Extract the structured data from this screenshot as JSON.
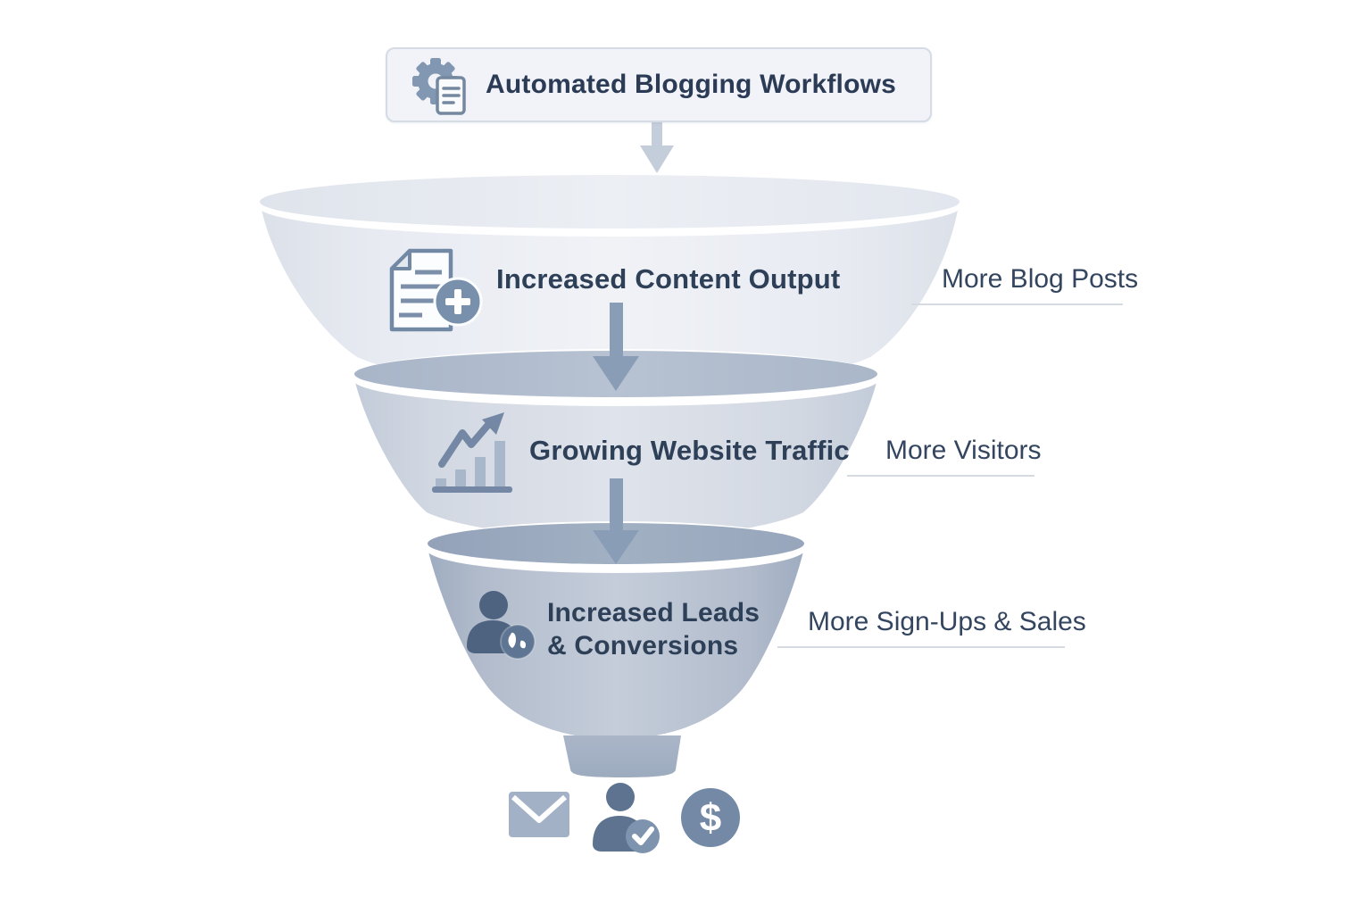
{
  "header": {
    "title": "Automated Blogging Workflows",
    "icon": "gear-document-icon"
  },
  "funnel": {
    "stages": [
      {
        "label": "Increased Content Output",
        "icon": "document-plus-icon",
        "side_label": "More Blog Posts",
        "body_color": "#e9edf3",
        "top_color": "#e3e7ee"
      },
      {
        "label": "Growing Website Traffic",
        "icon": "chart-growth-icon",
        "side_label": "More Visitors",
        "body_color": "#d6dce6",
        "top_color": "#b0bdcf"
      },
      {
        "label": "Increased Leads & Conversions",
        "label_lines": [
          "Increased Leads",
          "& Conversions"
        ],
        "icon": "person-conversions-icon",
        "side_label": "More Sign-Ups & Sales",
        "body_color": "#bac4d3",
        "top_color": "#9aa9bf"
      }
    ]
  },
  "outcomes": {
    "icons": [
      "email-icon",
      "person-check-icon",
      "dollar-icon"
    ],
    "dollar_glyph": "$"
  },
  "colors": {
    "text_dark": "#2e3f58",
    "arrow_light": "#c4cdda",
    "arrow_dark": "#8a9db7",
    "underline": "#d6dbe2",
    "box_bg": "#f1f3f8",
    "box_border": "#d6dce6",
    "icon_dark": "#4d6380",
    "icon_mid": "#7389a6",
    "icon_light": "#a3b1c6"
  }
}
